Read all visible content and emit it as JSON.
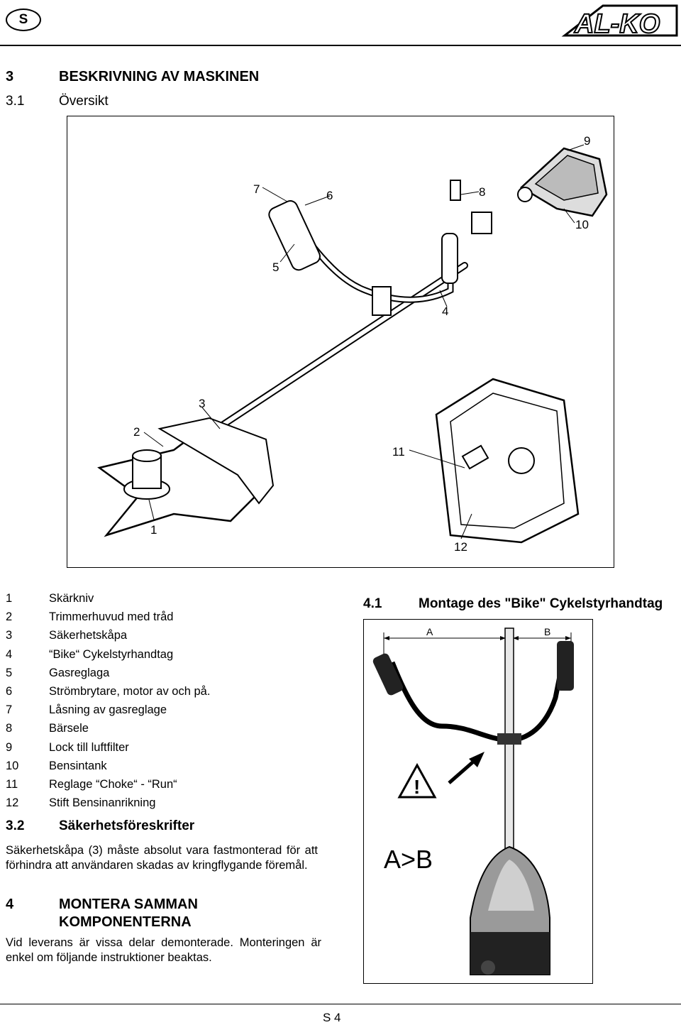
{
  "header": {
    "language_code": "S",
    "brand": "AL-KO"
  },
  "section3": {
    "number": "3",
    "title": "BESKRIVNING AV MASKINEN",
    "sub_number": "3.1",
    "sub_title": "Översikt"
  },
  "overview_figure": {
    "callouts": [
      "1",
      "2",
      "3",
      "4",
      "5",
      "6",
      "7",
      "8",
      "9",
      "10",
      "11",
      "12"
    ]
  },
  "legend": [
    {
      "n": "1",
      "label": "Skärkniv"
    },
    {
      "n": "2",
      "label": "Trimmerhuvud med tråd"
    },
    {
      "n": "3",
      "label": "Säkerhetskåpa"
    },
    {
      "n": "4",
      "label": "“Bike“ Cykelstyrhandtag"
    },
    {
      "n": "5",
      "label": "Gasreglaga"
    },
    {
      "n": "6",
      "label": "Strömbrytare, motor av och på."
    },
    {
      "n": "7",
      "label": "Låsning av gasreglage"
    },
    {
      "n": "8",
      "label": "Bärsele"
    },
    {
      "n": "9",
      "label": "Lock till luftfilter"
    },
    {
      "n": "10",
      "label": "Bensintank"
    },
    {
      "n": "11",
      "label": "Reglage “Choke“ - “Run“"
    },
    {
      "n": "12",
      "label": "Stift Bensinanrikning"
    }
  ],
  "section32": {
    "number": "3.2",
    "title": "Säkerhetsföreskrifter",
    "text": "Säkerhetskåpa (3) måste absolut vara fastmonterad för att förhindra att användaren skadas av kringflygande föremål."
  },
  "section4": {
    "number": "4",
    "title_line1": "MONTERA SAMMAN",
    "title_line2": "KOMPONENTERNA",
    "text": "Vid leverans är vissa delar demonterade. Monteringen är enkel om följande instruktioner beaktas."
  },
  "section41": {
    "number": "4.1",
    "title": "Montage des \"Bike\" Cykelstyrhandtag",
    "label_a": "A",
    "label_b": "B",
    "rule": "A>B"
  },
  "footer": {
    "page": "S 4"
  }
}
